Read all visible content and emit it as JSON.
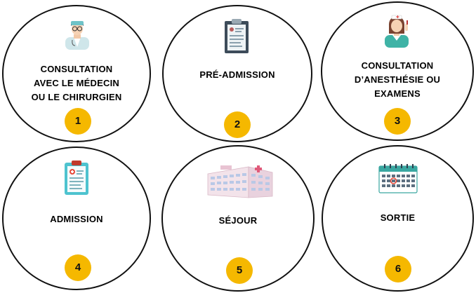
{
  "steps": [
    {
      "label": "CONSULTATION\nAVEC LE MÉDECIN\nOU LE CHIRURGIEN",
      "number": "1",
      "icon": "doctor-icon"
    },
    {
      "label": "PRÉ-ADMISSION",
      "number": "2",
      "icon": "clipboard-icon"
    },
    {
      "label": "CONSULTATION\nD’ANESTHÉSIE OU\nEXAMENS",
      "number": "3",
      "icon": "nurse-icon"
    },
    {
      "label": "ADMISSION",
      "number": "4",
      "icon": "medical-clipboard-icon"
    },
    {
      "label": "SÉJOUR",
      "number": "5",
      "icon": "hospital-building-icon"
    },
    {
      "label": "SORTIE",
      "number": "6",
      "icon": "calendar-icon"
    }
  ],
  "colors": {
    "badge": "#f5b800",
    "outline": "#111111"
  }
}
